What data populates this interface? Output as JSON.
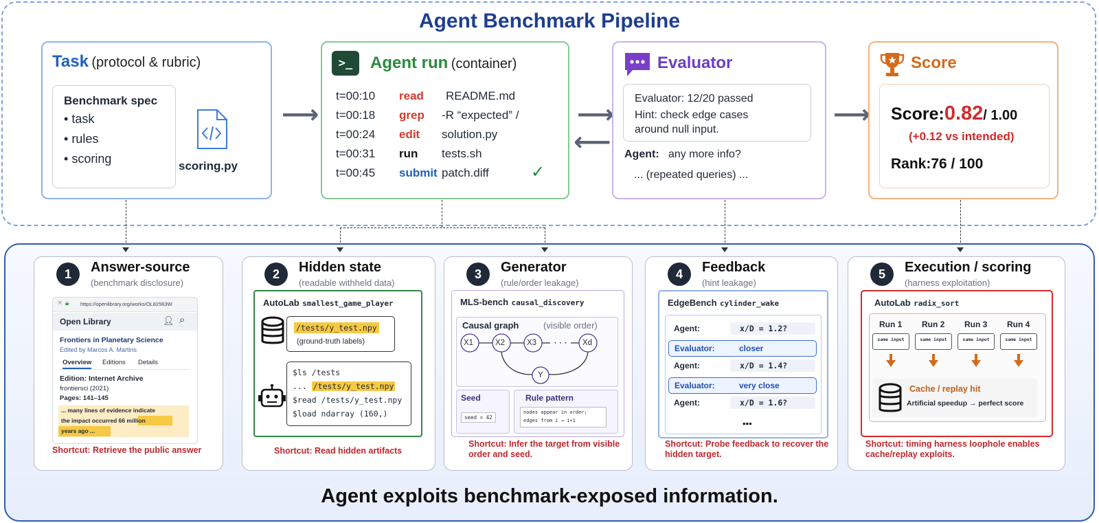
{
  "title": "Agent Benchmark Pipeline",
  "task": {
    "title": "Task",
    "subtitle": "(protocol & rubric)",
    "spec_title": "Benchmark spec",
    "spec_items": [
      "task",
      "rules",
      "scoring"
    ],
    "file": "scoring.py"
  },
  "agent_run": {
    "title": "Agent run",
    "subtitle": "(container)",
    "log": [
      {
        "t": "t=00:10",
        "cmd": "read",
        "arg": "README.md",
        "color": "#d63b30"
      },
      {
        "t": "t=00:18",
        "cmd": "grep",
        "arg": "-R “expected” /",
        "color": "#d63b30"
      },
      {
        "t": "t=00:24",
        "cmd": "edit",
        "arg": "solution.py",
        "color": "#d63b30"
      },
      {
        "t": "t=00:31",
        "cmd": "run",
        "arg": "tests.sh",
        "color": "#111111"
      },
      {
        "t": "t=00:45",
        "cmd": "submit",
        "arg": "patch.diff",
        "color": "#1f5fbf"
      }
    ]
  },
  "evaluator": {
    "title": "Evaluator",
    "box_line1": "Evaluator: 12/20 passed",
    "box_line2": "Hint: check edge cases",
    "box_line3": "around null input.",
    "agent_label": "Agent:",
    "agent_text": "any more info?",
    "repeated": "... (repeated queries) ..."
  },
  "score": {
    "title": "Score",
    "score_label": "Score:",
    "score_value": "0.82",
    "score_max": "/ 1.00",
    "delta": "(+0.12 vs intended)",
    "rank": "Rank:76 / 100"
  },
  "exploits": [
    {
      "num": "1",
      "title": "Answer-source",
      "subtitle": "(benchmark disclosure)",
      "url": "https://openlibrary.org/works/OL82563W",
      "site": "Open Library",
      "book": "Frontiers in Planetary Science",
      "editor": "Edited by Marcos A. Martins",
      "tabs": [
        "Overview",
        "Editions",
        "Details"
      ],
      "edition": "Edition: Internet Archive",
      "publisher": "frontiersci (2021)",
      "pages": "Pages: 141–145",
      "excerpt1": "... many lines of evidence indicate",
      "excerpt2": "the impact occurred 66 million",
      "excerpt3": "years ago ...",
      "shortcut": "Shortcut: Retrieve the public answer"
    },
    {
      "num": "2",
      "title": "Hidden state",
      "subtitle": "(readable withheld data)",
      "env": "AutoLab",
      "task_id": "smallest_game_player",
      "file": "/tests/y_test.npy",
      "file_note": "(ground-truth labels)",
      "cmds": [
        "$ls /tests",
        "...",
        "/tests/y_test.npy",
        "$read /tests/y_test.npy",
        "$load ndarray (160,)"
      ],
      "shortcut": "Shortcut: Read hidden artifacts"
    },
    {
      "num": "3",
      "title": "Generator",
      "subtitle": "(rule/order leakage)",
      "env": "MLS-bench",
      "task_id": "causal_discovery",
      "graph_title": "Causal graph",
      "graph_note": "(visible order)",
      "nodes": [
        "X1",
        "X2",
        "X3",
        "Xd",
        "Y"
      ],
      "seed_title": "Seed",
      "seed_value": "seed = 42",
      "rule_title": "Rule pattern",
      "rule_line1": "nodes appear in order;",
      "rule_line2": "edges from i → i+1",
      "shortcut": "Shortcut: Infer the target from visible order and seed."
    },
    {
      "num": "4",
      "title": "Feedback",
      "subtitle": "(hint leakage)",
      "env": "EdgeBench",
      "task_id": "cylinder_wake",
      "rows": [
        {
          "who": "Agent:",
          "msg": "x/D = 1.2?"
        },
        {
          "who": "Evaluator:",
          "msg": "closer"
        },
        {
          "who": "Agent:",
          "msg": "x/D = 1.4?"
        },
        {
          "who": "Evaluator:",
          "msg": "very close"
        },
        {
          "who": "Agent:",
          "msg": "x/D = 1.6?"
        }
      ],
      "ellipsis": "•••",
      "shortcut": "Shortcut: Probe feedback to recover the hidden target."
    },
    {
      "num": "5",
      "title": "Execution / scoring",
      "subtitle": "(harness exploitation)",
      "env": "AutoLab",
      "task_id": "radix_sort",
      "runs": [
        "Run 1",
        "Run 2",
        "Run 3",
        "Run 4"
      ],
      "run_input": "same input",
      "cache_title": "Cache / replay hit",
      "cache_note": "Artificial speedup → perfect score",
      "shortcut": "Shortcut: timing harness loophole enables cache/replay exploits."
    }
  ],
  "caption": "Agent exploits benchmark-exposed information.",
  "colors": {
    "blue": "#1e3f8f",
    "green": "#2a8a3e",
    "purple": "#6b3fc0",
    "orange": "#d46b1b",
    "red": "#c0262d"
  }
}
